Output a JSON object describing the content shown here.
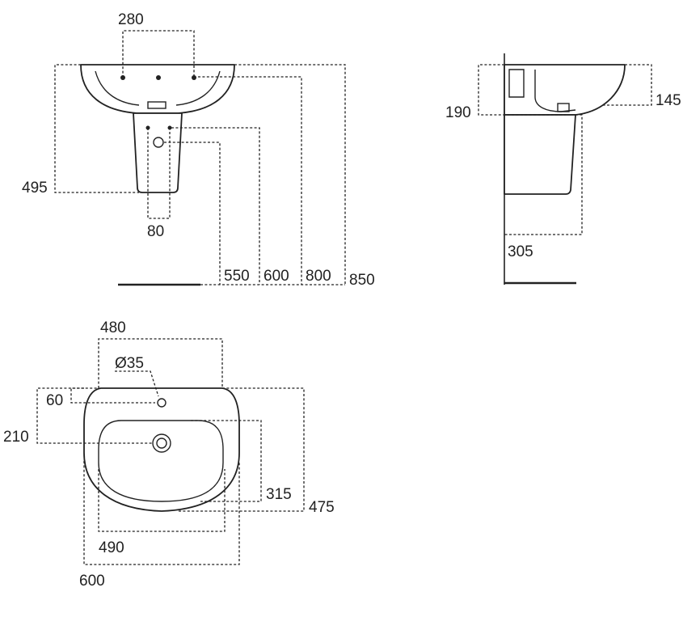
{
  "dimensions": {
    "front_tap_spacing": "280",
    "front_waste_height": "495",
    "front_pedestal_width": "80",
    "front_height_550": "550",
    "front_height_600": "600",
    "front_height_800": "800",
    "front_height_850": "850",
    "side_rim_height": "190",
    "side_bowl_depth": "145",
    "side_pedestal_depth": "305",
    "plan_bowl_width": "480",
    "plan_tap_hole_diameter": "Ø35",
    "plan_tap_hole_offset": "60",
    "plan_waste_offset": "210",
    "plan_bowl_depth": "315",
    "plan_overall_depth": "475",
    "plan_inner_width": "490",
    "plan_overall_width": "600"
  }
}
